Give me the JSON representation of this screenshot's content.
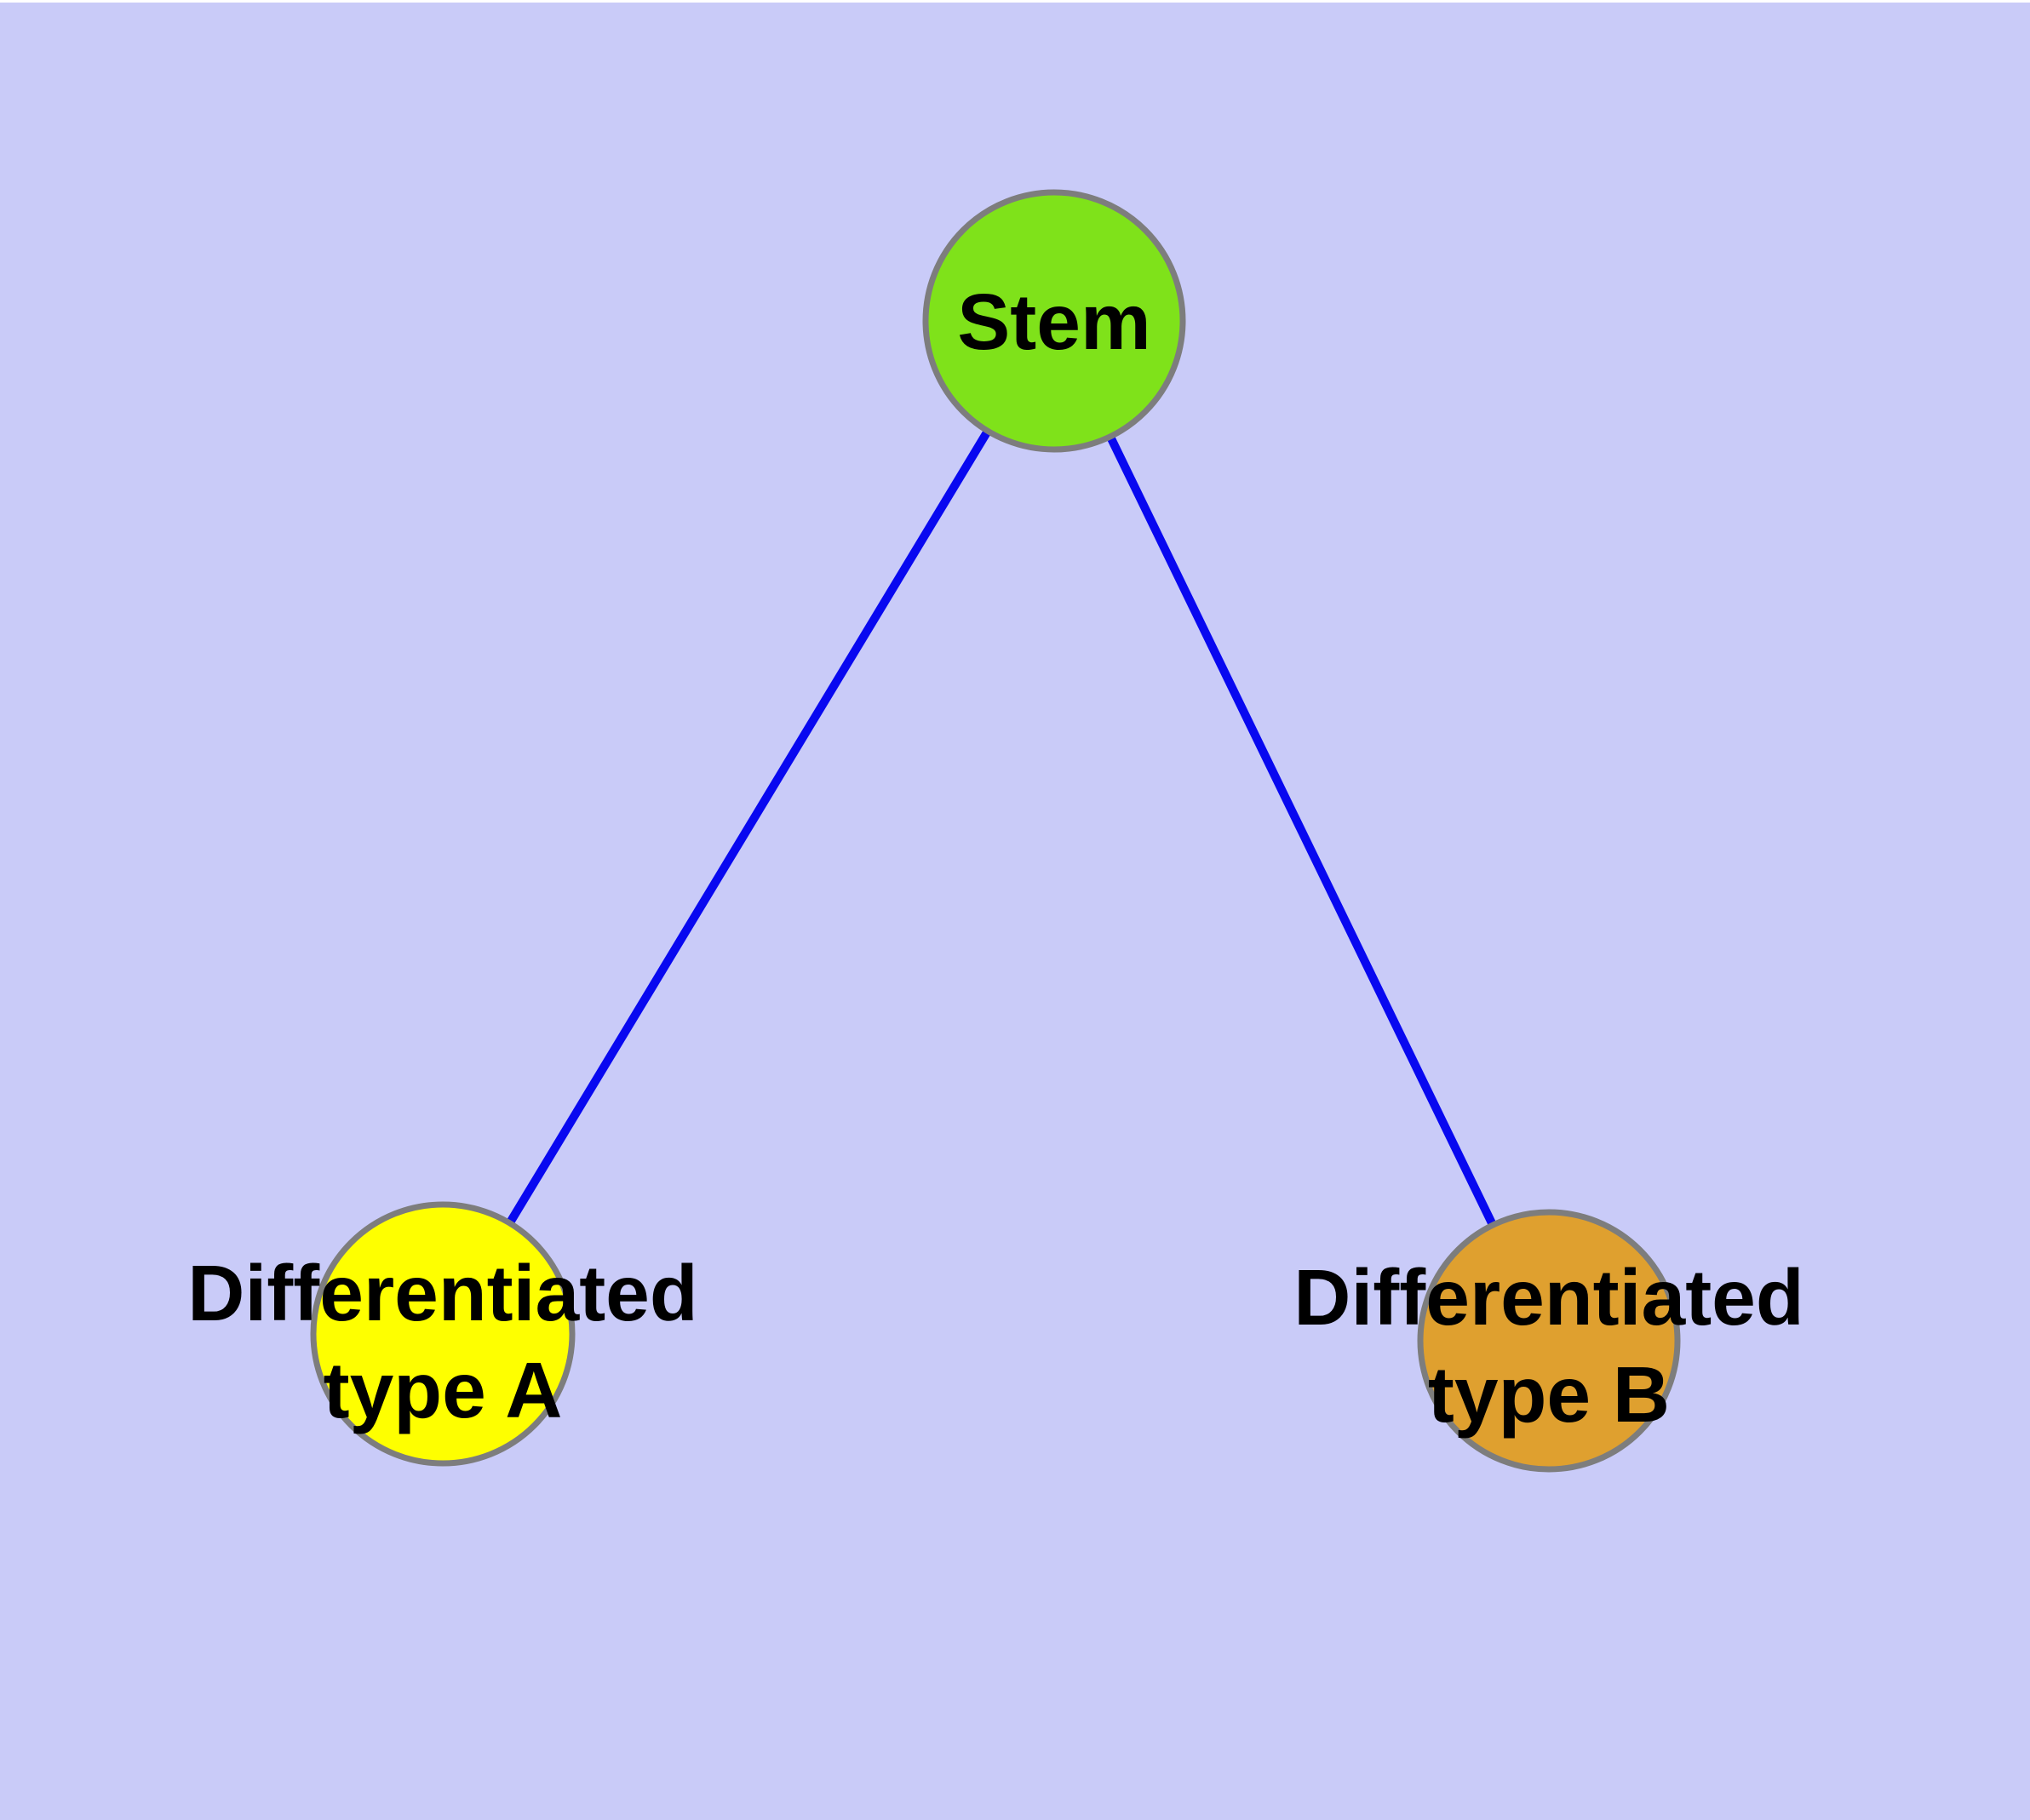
{
  "diagram": {
    "type": "graph",
    "background_color": "#c9cbf8",
    "edge_color": "#0808f0",
    "node_border_color": "#7d7d7d",
    "label_color": "#000000",
    "nodes": [
      {
        "id": "stem",
        "label": "Stem",
        "fill": "#7fe21a"
      },
      {
        "id": "differentiated-a",
        "label_line1": "Differentiated",
        "label_line2": "type A",
        "fill": "#feff00"
      },
      {
        "id": "differentiated-b",
        "label_line1": "Differentiated",
        "label_line2": "type B",
        "fill": "#dfa02f"
      }
    ],
    "edges": [
      {
        "from": "stem",
        "to": "differentiated-a"
      },
      {
        "from": "stem",
        "to": "differentiated-b"
      }
    ]
  }
}
